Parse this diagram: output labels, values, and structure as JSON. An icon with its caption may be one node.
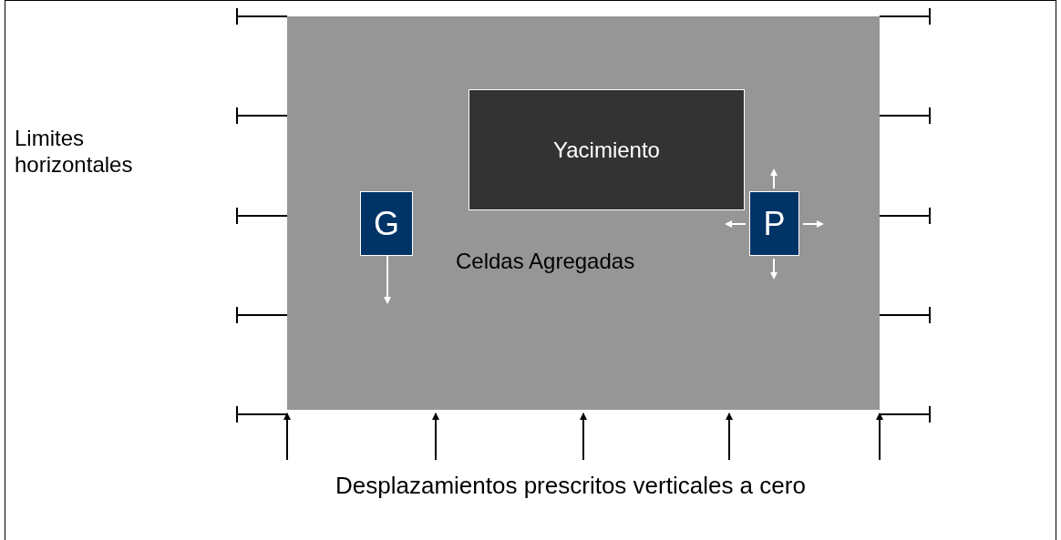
{
  "diagram": {
    "nodes": [
      {
        "text": [
          "Celdas Agregadas"
        ]
      },
      {
        "text": [
          "Yacimiento"
        ],
        "in": 0
      },
      {
        "text": [
          "G"
        ],
        "in": 0
      },
      {
        "text": [
          "P"
        ],
        "in": 0
      }
    ],
    "edges": [],
    "labels": [
      "Limites horizontales",
      "Desplazamientos prescritos verticales a cero"
    ]
  }
}
